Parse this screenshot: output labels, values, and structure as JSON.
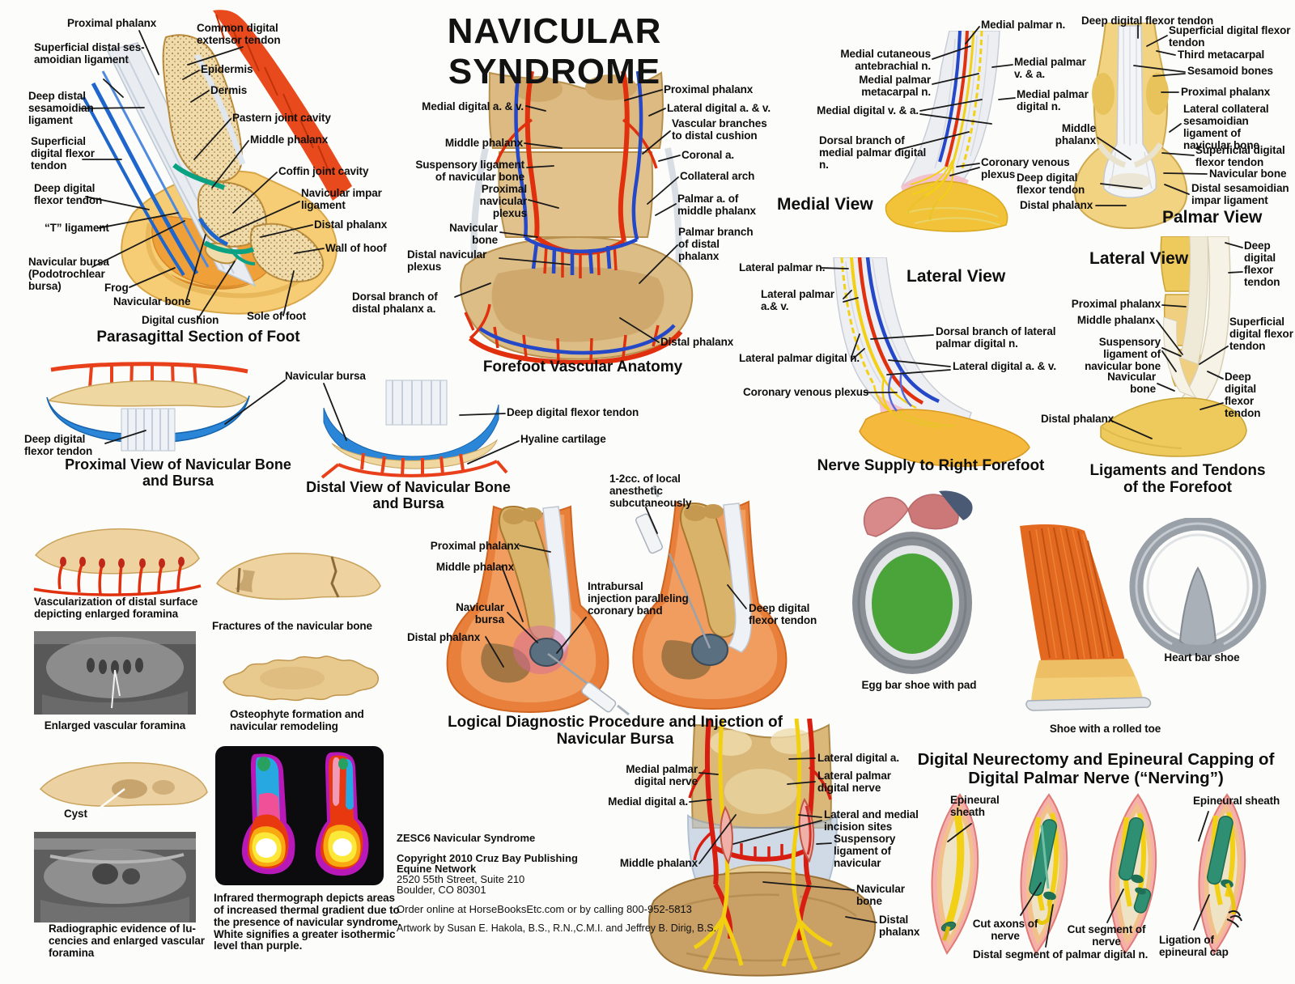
{
  "title": "NAVICULAR SYNDROME",
  "palette": {
    "artery_red": "#e0300e",
    "vein_blue": "#2448c8",
    "nerve_yellow": "#f2d016",
    "bursa_blue": "#2b86d8",
    "bone_tan": "#eed3a0",
    "hoof_gold": "#f5c96a",
    "pad_green": "#4aa43a",
    "joint_teal": "#0ba183"
  },
  "parasagittal": {
    "caption": "Parasagittal Section of Foot",
    "labels": {
      "proximal_phalanx": "Proximal phalanx",
      "common_digital_extensor_tendon": "Common digital extensor tendon",
      "superficial_distal_sesamoidian_ligament": "Superficial distal ses-amoidian ligament",
      "epidermis": "Epidermis",
      "dermis": "Dermis",
      "deep_distal_sesamoidian_ligament": "Deep distal sesamoidian ligament",
      "pastern_joint_cavity": "Pastern joint cavity",
      "middle_phalanx": "Middle phalanx",
      "superficial_digital_flexor_tendon": "Superficial digital flexor tendon",
      "coffin_joint_cavity": "Coffin joint cavity",
      "deep_digital_flexor_tendon": "Deep digital flexor tendon",
      "navicular_impar_ligament": "Navicular impar ligament",
      "t_ligament": "“T” ligament",
      "distal_phalanx": "Distal phalanx",
      "wall_of_hoof": "Wall of hoof",
      "navicular_bursa": "Navicular bursa (Podotrochlear bursa)",
      "frog": "Frog",
      "navicular_bone": "Navicular bone",
      "digital_cushion": "Digital cushion",
      "sole_of_foot": "Sole of foot"
    }
  },
  "vascular": {
    "caption": "Forefoot Vascular Anatomy",
    "labels": {
      "medial_digital_a_v": "Medial digital a. & v.",
      "proximal_phalanx": "Proximal phalanx",
      "lateral_digital_a_v": "Lateral digital a. & v.",
      "vascular_branches": "Vascular branches to distal cushion",
      "middle_phalanx": "Middle phalanx",
      "coronal_a": "Coronal a.",
      "suspensory_ligament": "Suspensory ligament of navicular bone",
      "collateral_arch": "Collateral arch",
      "proximal_navicular_plexus": "Proximal navicular plexus",
      "palmar_a_middle_phalanx": "Palmar a. of middle phalanx",
      "navicular_bone": "Navicular bone",
      "palmar_branch_distal_phalanx": "Palmar branch of distal phalanx",
      "distal_navicular_plexus": "Distal navicular plexus",
      "dorsal_branch_distal_phalanx_a": "Dorsal branch of distal phalanx a.",
      "distal_phalanx": "Distal phalanx"
    }
  },
  "medial": {
    "heading": "Medial View",
    "labels": {
      "medial_palmar_n": "Medial palmar n.",
      "medial_cutaneous_antebrachial_n": "Medial cutaneous antebrachial n.",
      "medial_palmar_v_a": "Medial palmar v. & a.",
      "medial_palmar_metacarpal_n": "Medial palmar metacarpal n.",
      "medial_palmar_digital_n": "Medial palmar digital n.",
      "medial_digital_v_a": "Medial digital v. & a.",
      "dorsal_branch": "Dorsal branch of medial palmar digital n.",
      "coronary_venous_plexus": "Coronary venous plexus"
    }
  },
  "palmar": {
    "heading": "Palmar View",
    "labels": {
      "deep_digital_flexor_tendon_top": "Deep digital flexor tendon",
      "superficial_digital_flexor_tendon_top": "Superficial digital flexor tendon",
      "third_metacarpal": "Third metacarpal",
      "sesamoid_bones": "Sesamoid bones",
      "proximal_phalanx": "Proximal phalanx",
      "lateral_collateral": "Lateral collateral sesamoidian ligament of navicular bone",
      "middle_phalanx": "Middle phalanx",
      "superficial_digital_flexor_tendon": "Superficial digital flexor tendon",
      "navicular_bone": "Navicular bone",
      "deep_digital_flexor_tendon": "Deep digital flexor tendon",
      "distal_sesamoidian_impar_ligament": "Distal sesamoidian impar ligament",
      "distal_phalanx": "Distal phalanx"
    }
  },
  "nerve_supply": {
    "heading": "Lateral View",
    "caption": "Nerve Supply to Right Forefoot",
    "labels": {
      "lateral_palmar_n": "Lateral palmar n.",
      "lateral_palmar_a_v": "Lateral palmar a.& v.",
      "dorsal_branch": "Dorsal branch of lateral palmar digital n.",
      "lateral_palmar_digital_n": "Lateral palmar digital n.",
      "lateral_digital_a_v": "Lateral digital a. & v.",
      "coronary_venous_plexus": "Coronary venous plexus"
    }
  },
  "ligaments": {
    "heading": "Lateral View",
    "caption": "Ligaments and Tendons of the Forefoot",
    "labels": {
      "deep_digital_flexor_tendon_top": "Deep digital flexor tendon",
      "proximal_phalanx": "Proximal phalanx",
      "middle_phalanx": "Middle phalanx",
      "superficial_digital_flexor_tendon": "Superficial digital flexor tendon",
      "suspensory_ligament": "Suspensory ligament of navicular bone",
      "navicular_bone": "Navicular bone",
      "deep_digital_flexor_tendon": "Deep digital flexor tendon",
      "distal_phalanx": "Distal phalanx"
    }
  },
  "proximal_view": {
    "caption": "Proximal View of Navicular Bone and Bursa",
    "labels": {
      "navicular_bursa": "Navicular bursa",
      "deep_digital_flexor_tendon": "Deep digital flexor tendon"
    }
  },
  "distal_view": {
    "caption": "Distal View of Navicular Bone and Bursa",
    "labels": {
      "deep_digital_flexor_tendon": "Deep digital flexor tendon",
      "hyaline_cartilage": "Hyaline cartilage"
    }
  },
  "pathology": {
    "vascularization": "Vascularization of distal surface depicting enlarged foramina",
    "enlarged_foramina": "Enlarged vascular foramina",
    "fractures": "Fractures of the navicular bone",
    "osteophyte": "Osteophyte formation and navicular remodeling",
    "cyst": "Cyst",
    "radiographic": "Radiographic evidence of lu­cencies and enlarged vascular foramina",
    "infrared": "Infrared thermograph depicts areas of increased thermal gradient due to the presence of navicular syndrome. White signifies a greater isothermic level than purple."
  },
  "diagnostic": {
    "caption": "Logical Diagnostic Procedure and Injection of Navicular Bursa",
    "labels": {
      "anesthetic": "1-2cc. of local anesthetic subcutaneously",
      "proximal_phalanx": "Proximal phalanx",
      "middle_phalanx": "Middle phalanx",
      "navicular_bursa": "Navicular bursa",
      "distal_phalanx": "Distal phalanx",
      "intrabursal": "Intrabursal injection paralleling coronary band",
      "deep_digital_flexor_tendon": "Deep digital flexor tendon"
    }
  },
  "shoes": {
    "egg_bar": "Egg bar shoe with pad",
    "rolled_toe": "Shoe with a rolled toe",
    "heart_bar": "Heart bar shoe"
  },
  "neurectomy": {
    "title": "Digital Neurectomy and Epineural Capping of Digital Palmar Nerve (“Nerving”)",
    "labels": {
      "medial_palmar_digital_nerve": "Medial palmar digital nerve",
      "medial_digital_a": "Medial digital a.",
      "middle_phalanx": "Middle phalanx",
      "lateral_digital_a": "Lateral digital a.",
      "lateral_palmar_digital_nerve": "Lateral palmar digital nerve",
      "incision_sites": "Lateral and medial incision sites",
      "suspensory_ligament": "Suspensory ligament of navicular",
      "navicular_bone": "Navicular bone",
      "distal_phalanx": "Distal phalanx"
    },
    "nerving": {
      "epineural_sheath_left": "Epineural sheath",
      "epineural_sheath_right": "Epineural sheath",
      "cut_axons": "Cut axons of nerve",
      "cut_segment": "Cut segment of nerve",
      "distal_segment": "Distal segment of palmar digital n.",
      "ligation": "Ligation of epineural cap"
    }
  },
  "publisher": {
    "sku": "ZESC6  Navicular Syndrome",
    "copyright": "Copyright  2010 Cruz Bay Publishing",
    "network": "Equine Network",
    "address1": "2520 55th Street, Suite 210",
    "address2": "Boulder, CO 80301",
    "order": "Order online at HorseBooksEtc.com or by calling 800-952-5813",
    "artwork": "Artwork by Susan E. Hakola, B.S., R.N.,C.M.I. and Jeffrey B. Dirig, B.S."
  }
}
